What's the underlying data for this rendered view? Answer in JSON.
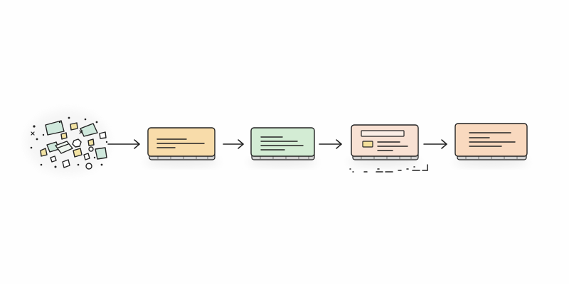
{
  "diagram": {
    "kind": "process-flow",
    "description_labels": [],
    "stages": [
      {
        "id": "scattered-fragments",
        "fill": null
      },
      {
        "id": "orange-card",
        "fill": "#f8dcaa"
      },
      {
        "id": "green-card",
        "fill": "#d3ecd4"
      },
      {
        "id": "peach-card-with-tag",
        "fill": "#f8e1d3",
        "tag_fill": "#f4df9a"
      },
      {
        "id": "peach-card-final",
        "fill": "#f9d9bf"
      }
    ],
    "arrow_count": 4,
    "colors": {
      "ink": "#222222",
      "shadow": "#cfcfcf",
      "fragment_green": "#cfe8dc",
      "fragment_yellow": "#f3e3a3"
    }
  }
}
